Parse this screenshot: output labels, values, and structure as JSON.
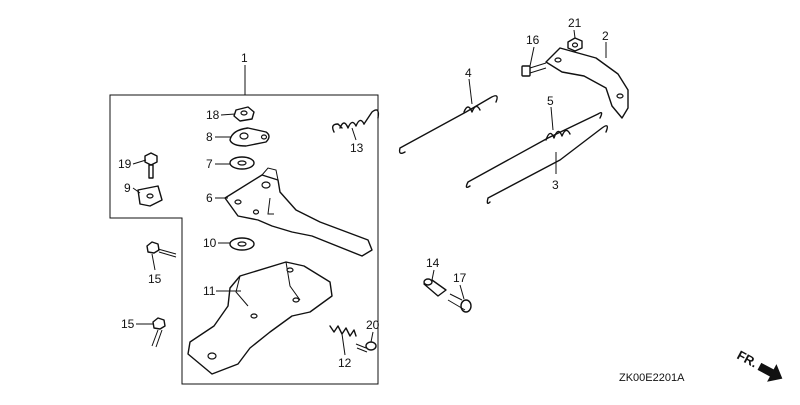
{
  "diagram": {
    "callouts": {
      "c1": "1",
      "c2": "2",
      "c3": "3",
      "c4": "4",
      "c5": "5",
      "c6": "6",
      "c7": "7",
      "c8": "8",
      "c9": "9",
      "c10": "10",
      "c11": "11",
      "c12": "12",
      "c13": "13",
      "c14": "14",
      "c15a": "15",
      "c15b": "15",
      "c16": "16",
      "c17": "17",
      "c18": "18",
      "c19": "19",
      "c20": "20",
      "c21": "21"
    },
    "direction_marker": "FR.",
    "drawing_code": "ZK00E2201A"
  }
}
